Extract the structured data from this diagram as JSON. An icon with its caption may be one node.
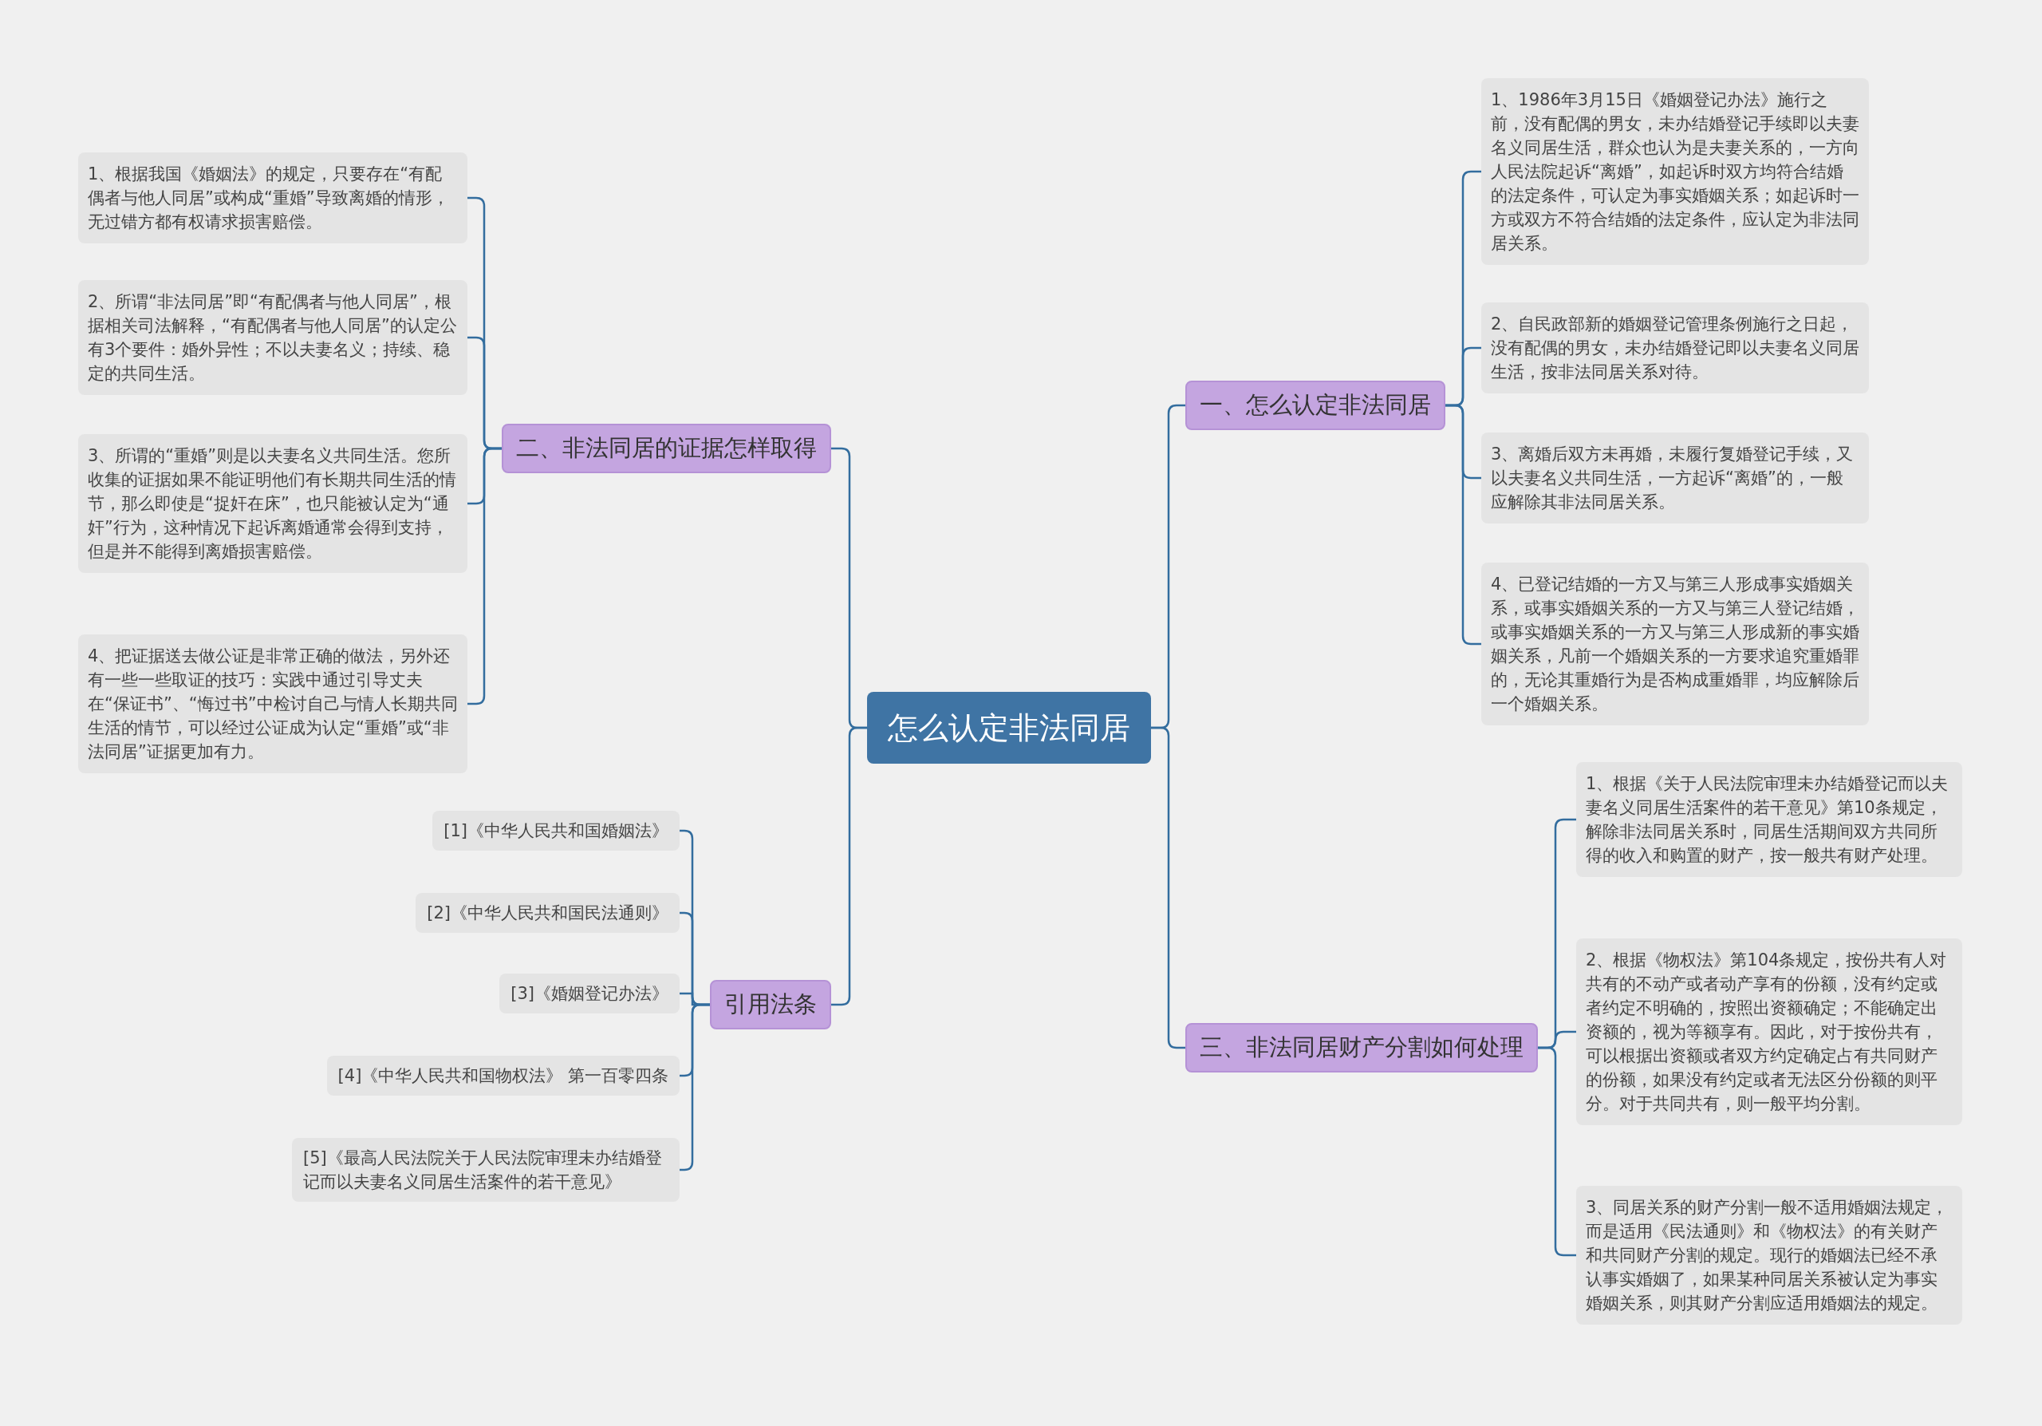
{
  "diagram": {
    "nodes": [
      {
        "text": [
          "怎么认定非法同居"
        ]
      },
      {
        "text": [
          "一、怎么认定非法同居"
        ]
      },
      {
        "text": [
          "1、1986年3月15日《婚姻登记办法》施行之前，没有配偶的男女，未办结婚登记手续即以夫妻名义同居生活，群众也认为是夫妻关系的，一方向人民法院起诉“离婚”，如起诉时双方均符合结婚的法定条件，可认定为事实婚姻关系；如起诉时一方或双方不符合结婚的法定条件，应认定为非法同居关系。"
        ]
      },
      {
        "text": [
          "2、自民政部新的婚姻登记管理条例施行之日起，没有配偶的男女，未办结婚登记即以夫妻名义同居生活，按非法同居关系对待。"
        ]
      },
      {
        "text": [
          "3、离婚后双方未再婚，未履行复婚登记手续，又以夫妻名义共同生活，一方起诉“离婚”的，一般应解除其非法同居关系。"
        ]
      },
      {
        "text": [
          "4、已登记结婚的一方又与第三人形成事实婚姻关系，或事实婚姻关系的一方又与第三人登记结婚，或事实婚姻关系的一方又与第三人形成新的事实婚姻关系，凡前一个婚姻关系的一方要求追究重婚罪的，无论其重婚行为是否构成重婚罪，均应解除后一个婚姻关系。"
        ]
      },
      {
        "text": [
          "三、非法同居财产分割如何处理"
        ]
      },
      {
        "text": [
          "1、根据《关于人民法院审理未办结婚登记而以夫妻名义同居生活案件的若干意见》第10条规定，解除非法同居关系时，同居生活期间双方共同所得的收入和购置的财产，按一般共有财产处理。"
        ]
      },
      {
        "text": [
          "2、根据《物权法》第104条规定，按份共有人对共有的不动产或者动产享有的份额，没有约定或者约定不明确的，按照出资额确定；不能确定出资额的，视为等额享有。因此，对于按份共有，可以根据出资额或者双方约定确定占有共同财产的份额，如果没有约定或者无法区分份额的则平分。对于共同共有，则一般平均分割。"
        ]
      },
      {
        "text": [
          "3、同居关系的财产分割一般不适用婚姻法规定，而是适用《民法通则》和《物权法》的有关财产和共同财产分割的规定。现行的婚姻法已经不承认事实婚姻了，如果某种同居关系被认定为事实婚姻关系，则其财产分割应适用婚姻法的规定。"
        ]
      },
      {
        "text": [
          "二、非法同居的证据怎样取得"
        ]
      },
      {
        "text": [
          "1、根据我国《婚姻法》的规定，只要存在“有配偶者与他人同居”或构成“重婚”导致离婚的情形，无过错方都有权请求损害赔偿。"
        ]
      },
      {
        "text": [
          "2、所谓“非法同居”即“有配偶者与他人同居”，根据相关司法解释，“有配偶者与他人同居”的认定公有3个要件：婚外异性；不以夫妻名义；持续、稳定的共同生活。"
        ]
      },
      {
        "text": [
          "3、所谓的“重婚”则是以夫妻名义共同生活。您所收集的证据如果不能证明他们有长期共同生活的情节，那么即使是“捉奸在床”，也只能被认定为“通奸”行为，这种情况下起诉离婚通常会得到支持，但是并不能得到离婚损害赔偿。"
        ]
      },
      {
        "text": [
          "4、把证据送去做公证是非常正确的做法，另外还有一些一些取证的技巧：实践中通过引导丈夫在“保证书”、“悔过书”中检讨自己与情人长期共同生活的情节，可以经过公证成为认定“重婚”或“非法同居”证据更加有力。"
        ]
      },
      {
        "text": [
          "引用法条"
        ]
      },
      {
        "text": [
          "[1]《中华人民共和国婚姻法》"
        ]
      },
      {
        "text": [
          "[2]《中华人民共和国民法通则》"
        ]
      },
      {
        "text": [
          "[3]《婚姻登记办法》"
        ]
      },
      {
        "text": [
          "[4]《中华人民共和国物权法》 第一百零四条"
        ]
      },
      {
        "text": [
          "[5]《最高人民法院关于人民法院审理未办结婚登记而以夫妻名义同居生活案件的若干意见》"
        ]
      }
    ],
    "edges": [
      {
        "from": 0,
        "to": 1,
        "arrow": "none"
      },
      {
        "from": 1,
        "to": 2,
        "arrow": "none"
      },
      {
        "from": 1,
        "to": 3,
        "arrow": "none"
      },
      {
        "from": 1,
        "to": 4,
        "arrow": "none"
      },
      {
        "from": 1,
        "to": 5,
        "arrow": "none"
      },
      {
        "from": 0,
        "to": 6,
        "arrow": "none"
      },
      {
        "from": 6,
        "to": 7,
        "arrow": "none"
      },
      {
        "from": 6,
        "to": 8,
        "arrow": "none"
      },
      {
        "from": 6,
        "to": 9,
        "arrow": "none"
      },
      {
        "from": 0,
        "to": 10,
        "arrow": "none"
      },
      {
        "from": 10,
        "to": 11,
        "arrow": "none"
      },
      {
        "from": 10,
        "to": 12,
        "arrow": "none"
      },
      {
        "from": 10,
        "to": 13,
        "arrow": "none"
      },
      {
        "from": 10,
        "to": 14,
        "arrow": "none"
      },
      {
        "from": 0,
        "to": 15,
        "arrow": "none"
      },
      {
        "from": 15,
        "to": 16,
        "arrow": "none"
      },
      {
        "from": 15,
        "to": 17,
        "arrow": "none"
      },
      {
        "from": 15,
        "to": 18,
        "arrow": "none"
      },
      {
        "from": 15,
        "to": 19,
        "arrow": "none"
      },
      {
        "from": 15,
        "to": 20,
        "arrow": "none"
      }
    ]
  }
}
